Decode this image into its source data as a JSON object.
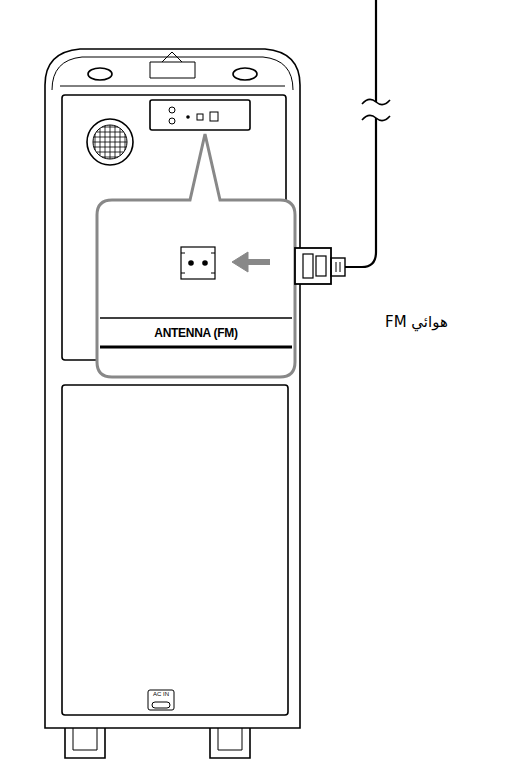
{
  "diagram": {
    "nodes": [
      {
        "text": [
          "ANTENNA (FM)"
        ]
      }
    ],
    "labels": [
      "هوائي FM",
      "AC IN"
    ]
  }
}
